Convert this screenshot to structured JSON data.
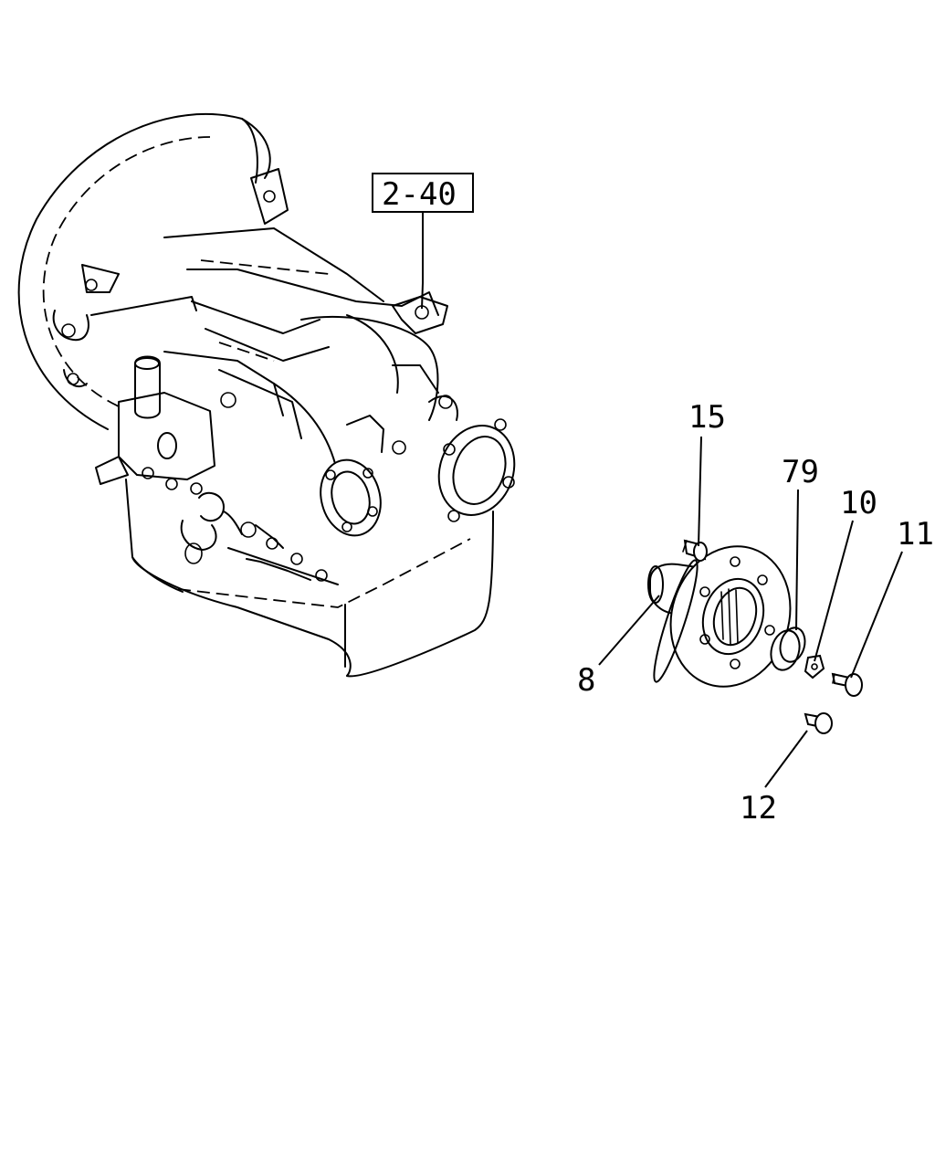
{
  "callouts": {
    "ref_box": "2-40",
    "part_15": "15",
    "part_79": "79",
    "part_10": "10",
    "part_11": "11",
    "part_8": "8",
    "part_12": "12"
  }
}
